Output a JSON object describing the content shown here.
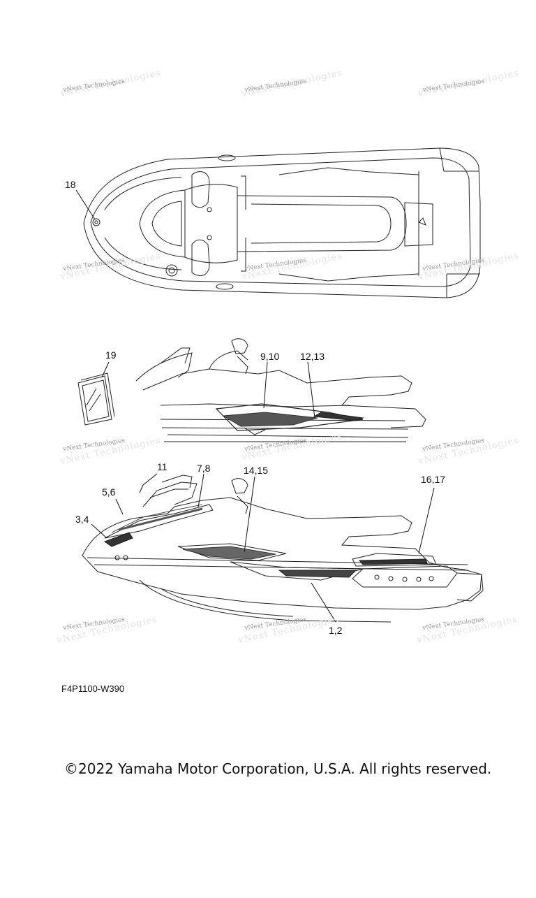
{
  "watermark": "vNext Technologies",
  "callouts": {
    "c18": "18",
    "c19": "19",
    "c9_10": "9,10",
    "c12_13": "12,13",
    "c11": "11",
    "c7_8": "7,8",
    "c14_15": "14,15",
    "c5_6": "5,6",
    "c16_17": "16,17",
    "c3_4": "3,4",
    "c1_2": "1,2"
  },
  "diagram_code": "F4P1100-W390",
  "copyright": "©2022 Yamaha Motor Corporation, U.S.A. All rights reserved."
}
